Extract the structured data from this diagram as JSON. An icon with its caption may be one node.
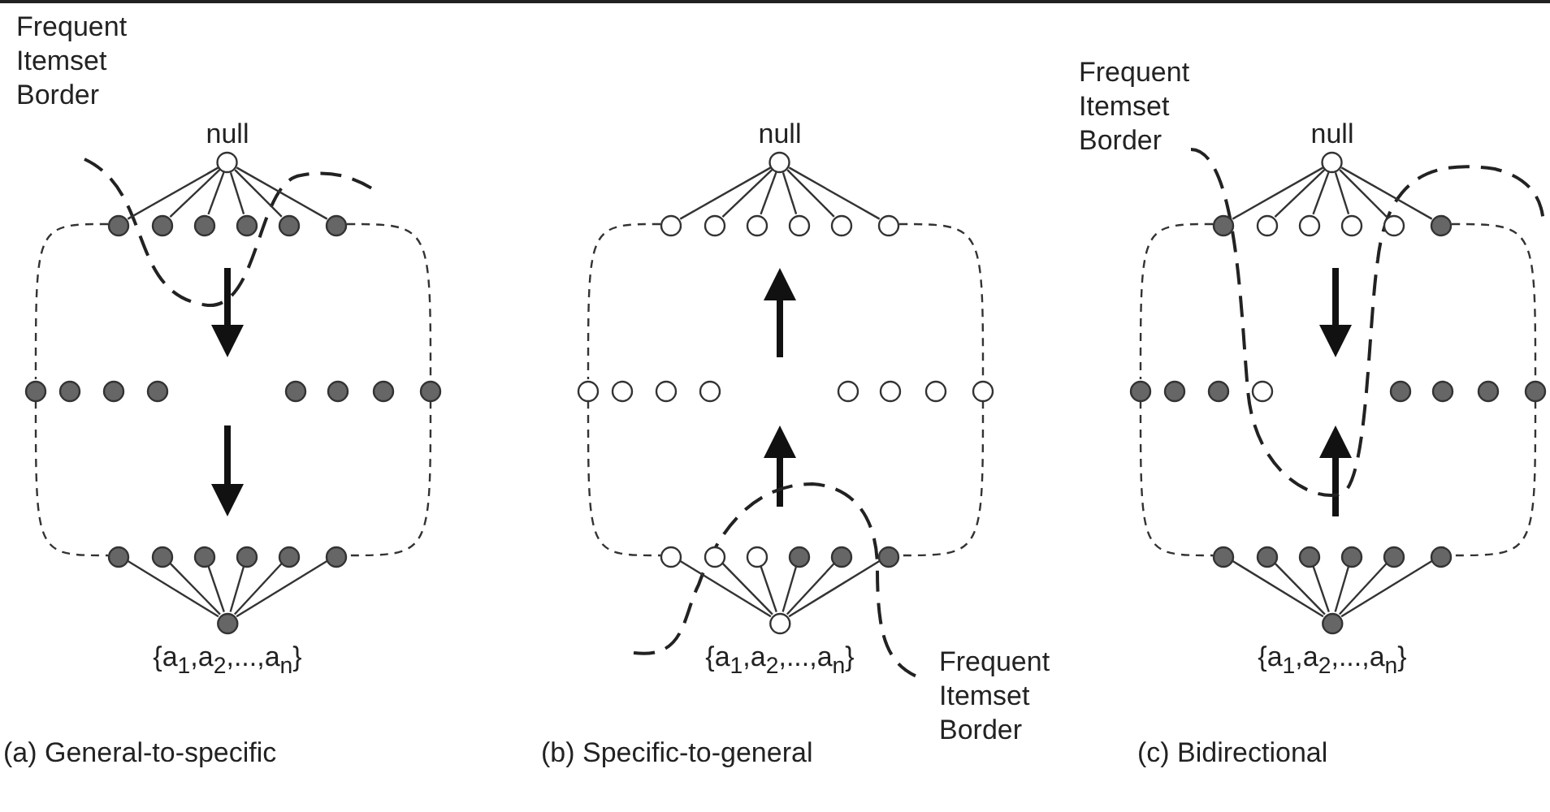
{
  "diagram": {
    "nodes": [
      {
        "text": [
          "null"
        ]
      },
      {
        "text": [],
        "shape": "circle"
      },
      {
        "text": [],
        "shape": "circle"
      },
      {
        "text": [],
        "shape": "circle"
      },
      {
        "text": [],
        "shape": "circle"
      },
      {
        "text": [],
        "shape": "circle"
      },
      {
        "text": [],
        "shape": "circle"
      },
      {
        "text": [],
        "shape": "circle"
      },
      {
        "text": [],
        "shape": "circle"
      },
      {
        "text": [],
        "shape": "circle"
      },
      {
        "text": [],
        "shape": "circle"
      },
      {
        "text": [],
        "shape": "circle"
      },
      {
        "text": [],
        "shape": "circle"
      },
      {
        "text": [],
        "shape": "circle"
      },
      {
        "text": [],
        "shape": "circle"
      },
      {
        "text": [],
        "shape": "circle"
      },
      {
        "text": [],
        "shape": "circle"
      },
      {
        "text": [],
        "shape": "circle"
      },
      {
        "text": [],
        "shape": "circle"
      },
      {
        "text": [],
        "shape": "circle"
      },
      {
        "text": [],
        "shape": "circle"
      },
      {
        "text": [
          "{a$_{1}$,a$_{2}$,...,a$_{n}$}"
        ]
      },
      {
        "text": [
          "null"
        ]
      },
      {
        "text": [],
        "shape": "circle"
      },
      {
        "text": [],
        "shape": "circle"
      },
      {
        "text": [],
        "shape": "circle"
      },
      {
        "text": [],
        "shape": "circle"
      },
      {
        "text": [],
        "shape": "circle"
      },
      {
        "text": [],
        "shape": "circle"
      },
      {
        "text": [],
        "shape": "circle"
      },
      {
        "text": [],
        "shape": "circle"
      },
      {
        "text": [],
        "shape": "circle"
      },
      {
        "text": [],
        "shape": "circle"
      },
      {
        "text": [],
        "shape": "circle"
      },
      {
        "text": [],
        "shape": "circle"
      },
      {
        "text": [],
        "shape": "circle"
      },
      {
        "text": [],
        "shape": "circle"
      },
      {
        "text": [],
        "shape": "circle"
      },
      {
        "text": [],
        "shape": "circle"
      },
      {
        "text": [],
        "shape": "circle"
      },
      {
        "text": [],
        "shape": "circle"
      },
      {
        "text": [],
        "shape": "circle"
      },
      {
        "text": [],
        "shape": "circle"
      },
      {
        "text": [
          "{a$_{1}$,a$_{2}$,...,a$_{n}$}"
        ]
      },
      {
        "text": [
          "null"
        ]
      },
      {
        "text": [],
        "shape": "circle"
      },
      {
        "text": [],
        "shape": "circle"
      },
      {
        "text": [],
        "shape": "circle"
      },
      {
        "text": [],
        "shape": "circle"
      },
      {
        "text": [],
        "shape": "circle"
      },
      {
        "text": [],
        "shape": "circle"
      },
      {
        "text": [],
        "shape": "circle"
      },
      {
        "text": [],
        "shape": "circle"
      },
      {
        "text": [],
        "shape": "circle"
      },
      {
        "text": [],
        "shape": "circle"
      },
      {
        "text": [],
        "shape": "circle"
      },
      {
        "text": [],
        "shape": "circle"
      },
      {
        "text": [],
        "shape": "circle"
      },
      {
        "text": [],
        "shape": "circle"
      },
      {
        "text": [],
        "shape": "circle"
      },
      {
        "text": [],
        "shape": "circle"
      },
      {
        "text": [],
        "shape": "circle"
      },
      {
        "text": [],
        "shape": "circle"
      },
      {
        "text": [],
        "shape": "circle"
      },
      {
        "text": [],
        "shape": "circle"
      },
      {
        "text": [
          "{a$_{1}$,a$_{2}$,...,a$_{n}$}"
        ]
      }
    ],
    "edges": [
      {
        "from": 0,
        "to": 1,
        "arrow": "none"
      },
      {
        "from": 0,
        "to": 2,
        "arrow": "none"
      },
      {
        "from": 0,
        "to": 3,
        "arrow": "none"
      },
      {
        "from": 0,
        "to": 4,
        "arrow": "none"
      },
      {
        "from": 0,
        "to": 5,
        "arrow": "none"
      },
      {
        "from": 0,
        "to": 6,
        "arrow": "none"
      },
      {
        "from": 1,
        "to": 7,
        "arrow": "none",
        "style": "dashed"
      },
      {
        "from": 6,
        "to": 14,
        "arrow": "none",
        "style": "dashed"
      },
      {
        "from": 7,
        "to": 15,
        "arrow": "none",
        "style": "dashed"
      },
      {
        "from": 14,
        "to": 20,
        "arrow": "none",
        "style": "dashed"
      },
      {
        "from": 15,
        "to": 21,
        "arrow": "none"
      },
      {
        "from": 16,
        "to": 21,
        "arrow": "none"
      },
      {
        "from": 17,
        "to": 21,
        "arrow": "none"
      },
      {
        "from": 18,
        "to": 21,
        "arrow": "none"
      },
      {
        "from": 19,
        "to": 21,
        "arrow": "none"
      },
      {
        "from": 20,
        "to": 21,
        "arrow": "none"
      },
      {
        "from": 22,
        "to": 23,
        "arrow": "none"
      },
      {
        "from": 22,
        "to": 24,
        "arrow": "none"
      },
      {
        "from": 22,
        "to": 25,
        "arrow": "none"
      },
      {
        "from": 22,
        "to": 26,
        "arrow": "none"
      },
      {
        "from": 22,
        "to": 27,
        "arrow": "none"
      },
      {
        "from": 22,
        "to": 28,
        "arrow": "none"
      },
      {
        "from": 23,
        "to": 29,
        "arrow": "none",
        "style": "dashed"
      },
      {
        "from": 28,
        "to": 36,
        "arrow": "none",
        "style": "dashed"
      },
      {
        "from": 29,
        "to": 37,
        "arrow": "none",
        "style": "dashed"
      },
      {
        "from": 36,
        "to": 42,
        "arrow": "none",
        "style": "dashed"
      },
      {
        "from": 37,
        "to": 43,
        "arrow": "none"
      },
      {
        "from": 38,
        "to": 43,
        "arrow": "none"
      },
      {
        "from": 39,
        "to": 43,
        "arrow": "none"
      },
      {
        "from": 40,
        "to": 43,
        "arrow": "none"
      },
      {
        "from": 41,
        "to": 43,
        "arrow": "none"
      },
      {
        "from": 42,
        "to": 43,
        "arrow": "none"
      },
      {
        "from": 44,
        "to": 45,
        "arrow": "none"
      },
      {
        "from": 44,
        "to": 46,
        "arrow": "none"
      },
      {
        "from": 44,
        "to": 47,
        "arrow": "none"
      },
      {
        "from": 44,
        "to": 48,
        "arrow": "none"
      },
      {
        "from": 44,
        "to": 49,
        "arrow": "none"
      },
      {
        "from": 44,
        "to": 50,
        "arrow": "none"
      },
      {
        "from": 45,
        "to": 51,
        "arrow": "none",
        "style": "dashed"
      },
      {
        "from": 50,
        "to": 58,
        "arrow": "none",
        "style": "dashed"
      },
      {
        "from": 51,
        "to": 59,
        "arrow": "none",
        "style": "dashed"
      },
      {
        "from": 58,
        "to": 64,
        "arrow": "none",
        "style": "dashed"
      },
      {
        "from": 59,
        "to": 65,
        "arrow": "none"
      },
      {
        "from": 60,
        "to": 65,
        "arrow": "none"
      },
      {
        "from": 61,
        "to": 65,
        "arrow": "none"
      },
      {
        "from": 62,
        "to": 65,
        "arrow": "none"
      },
      {
        "from": 63,
        "to": 65,
        "arrow": "none"
      },
      {
        "from": 64,
        "to": 65,
        "arrow": "none"
      }
    ],
    "labels": [
      "Frequent Itemset Border",
      "Frequent Itemset Border",
      "Frequent Itemset Border",
      "(a) General-to-specific",
      "(b) Specific-to-general",
      "(c) Bidirectional"
    ]
  }
}
